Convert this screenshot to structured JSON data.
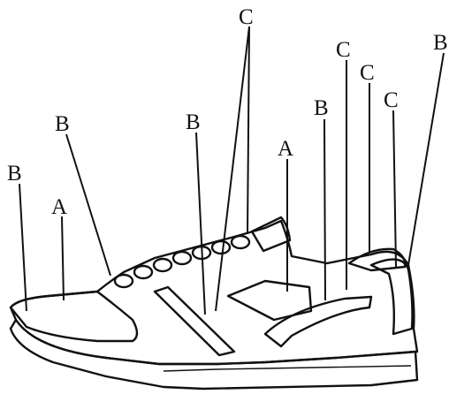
{
  "labels": [
    {
      "id": "b-far-left",
      "text": "B"
    },
    {
      "id": "a-toe",
      "text": "A"
    },
    {
      "id": "b-left",
      "text": "B"
    },
    {
      "id": "b-mid",
      "text": "B"
    },
    {
      "id": "c-top",
      "text": "C"
    },
    {
      "id": "a-mid",
      "text": "A"
    },
    {
      "id": "b-right",
      "text": "B"
    },
    {
      "id": "c-right-1",
      "text": "C"
    },
    {
      "id": "c-right-2",
      "text": "C"
    },
    {
      "id": "c-right-3",
      "text": "C"
    },
    {
      "id": "b-far-right",
      "text": "B"
    }
  ],
  "colors": {
    "ink": "#111111",
    "paper": "#ffffff",
    "texture": "#5a5a5a"
  }
}
